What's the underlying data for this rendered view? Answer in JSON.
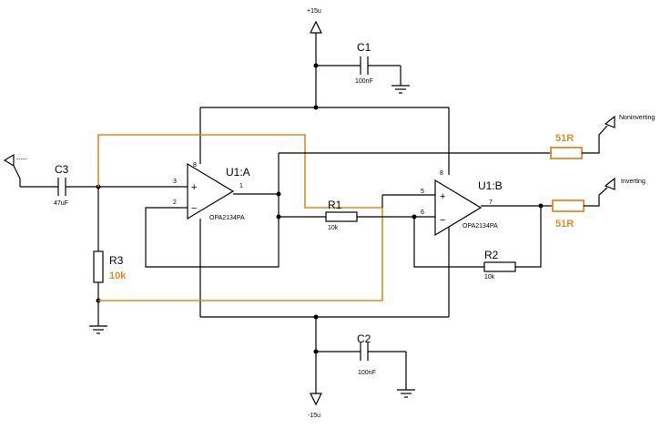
{
  "supply": {
    "positive": "+15u",
    "negative": "-15u"
  },
  "opamps": [
    {
      "ref": "U1:A",
      "part": "OPA2134PA",
      "pin_noninv": "3",
      "pin_inv": "2",
      "pin_out": "1",
      "pin_supply": "8",
      "plus": "+",
      "minus": "−"
    },
    {
      "ref": "U1:B",
      "part": "OPA2134PA",
      "pin_noninv": "5",
      "pin_inv": "6",
      "pin_out": "7",
      "pin_supply": "8",
      "plus": "+",
      "minus": "−"
    }
  ],
  "capacitors": {
    "C1": {
      "ref": "C1",
      "value": "100nF"
    },
    "C2": {
      "ref": "C2",
      "value": "100nF"
    },
    "C3": {
      "ref": "C3",
      "value": "47uF"
    }
  },
  "resistors": {
    "R1": {
      "ref": "R1",
      "value": "10k"
    },
    "R2": {
      "ref": "R2",
      "value": "10k"
    },
    "R3": {
      "ref": "R3",
      "value": "10k"
    },
    "R4": {
      "value": "51R"
    },
    "R5": {
      "value": "51R"
    }
  },
  "outputs": {
    "noninverting": "Noninverting",
    "inverting": "Inverting"
  },
  "input": {
    "label": "-----"
  },
  "colors": {
    "wire": "#000000",
    "highlight": "#e08a2a"
  }
}
